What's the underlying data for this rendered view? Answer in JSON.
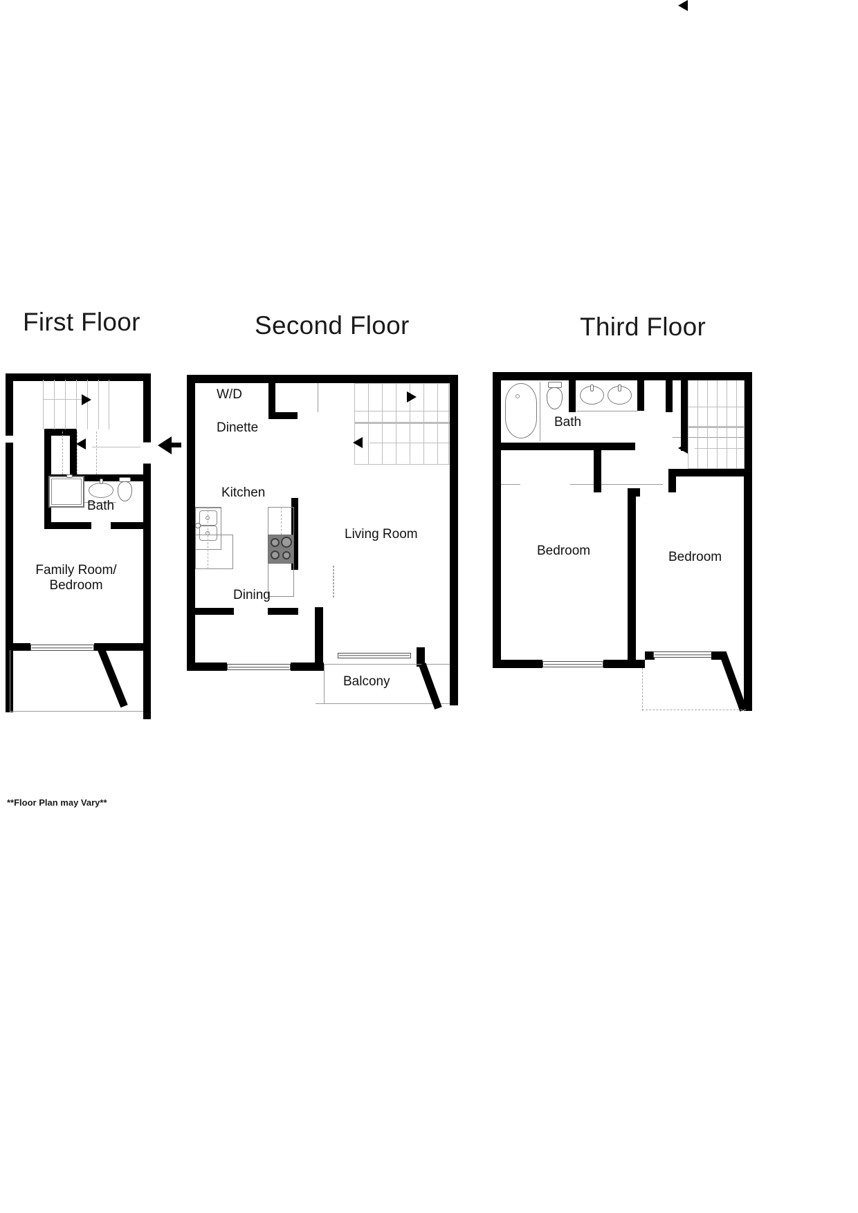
{
  "document": {
    "type": "floor-plan",
    "footnote": "**Floor Plan may Vary**"
  },
  "floors": [
    {
      "id": "first",
      "title": "First Floor",
      "rooms": [
        {
          "name": "bath",
          "label": "Bath"
        },
        {
          "name": "family-room-bedroom",
          "label": "Family Room/\nBedroom"
        }
      ],
      "fixtures": [
        "shower",
        "sink",
        "toilet",
        "stairs-up",
        "stairs-down",
        "entry-door",
        "patio-door",
        "patio"
      ]
    },
    {
      "id": "second",
      "title": "Second Floor",
      "rooms": [
        {
          "name": "washer-dryer",
          "label": "W/D"
        },
        {
          "name": "dinette",
          "label": "Dinette"
        },
        {
          "name": "kitchen",
          "label": "Kitchen"
        },
        {
          "name": "living-room",
          "label": "Living Room"
        },
        {
          "name": "dining",
          "label": "Dining"
        },
        {
          "name": "balcony",
          "label": "Balcony"
        }
      ],
      "fixtures": [
        "double-sink",
        "cooktop",
        "refrigerator",
        "stairs-up",
        "stairs-down",
        "entry-door",
        "balcony-door",
        "window"
      ]
    },
    {
      "id": "third",
      "title": "Third Floor",
      "rooms": [
        {
          "name": "bath",
          "label": "Bath"
        },
        {
          "name": "bedroom-left",
          "label": "Bedroom"
        },
        {
          "name": "bedroom-right",
          "label": "Bedroom"
        }
      ],
      "fixtures": [
        "bathtub",
        "toilet",
        "double-vanity",
        "stairs-down",
        "closet",
        "window-left",
        "window-right"
      ]
    }
  ],
  "colors": {
    "wall": "#000000",
    "fixture_line": "#7a7a7a",
    "stair_tread": "#bdbdbd",
    "text": "#111111",
    "background": "#ffffff"
  }
}
